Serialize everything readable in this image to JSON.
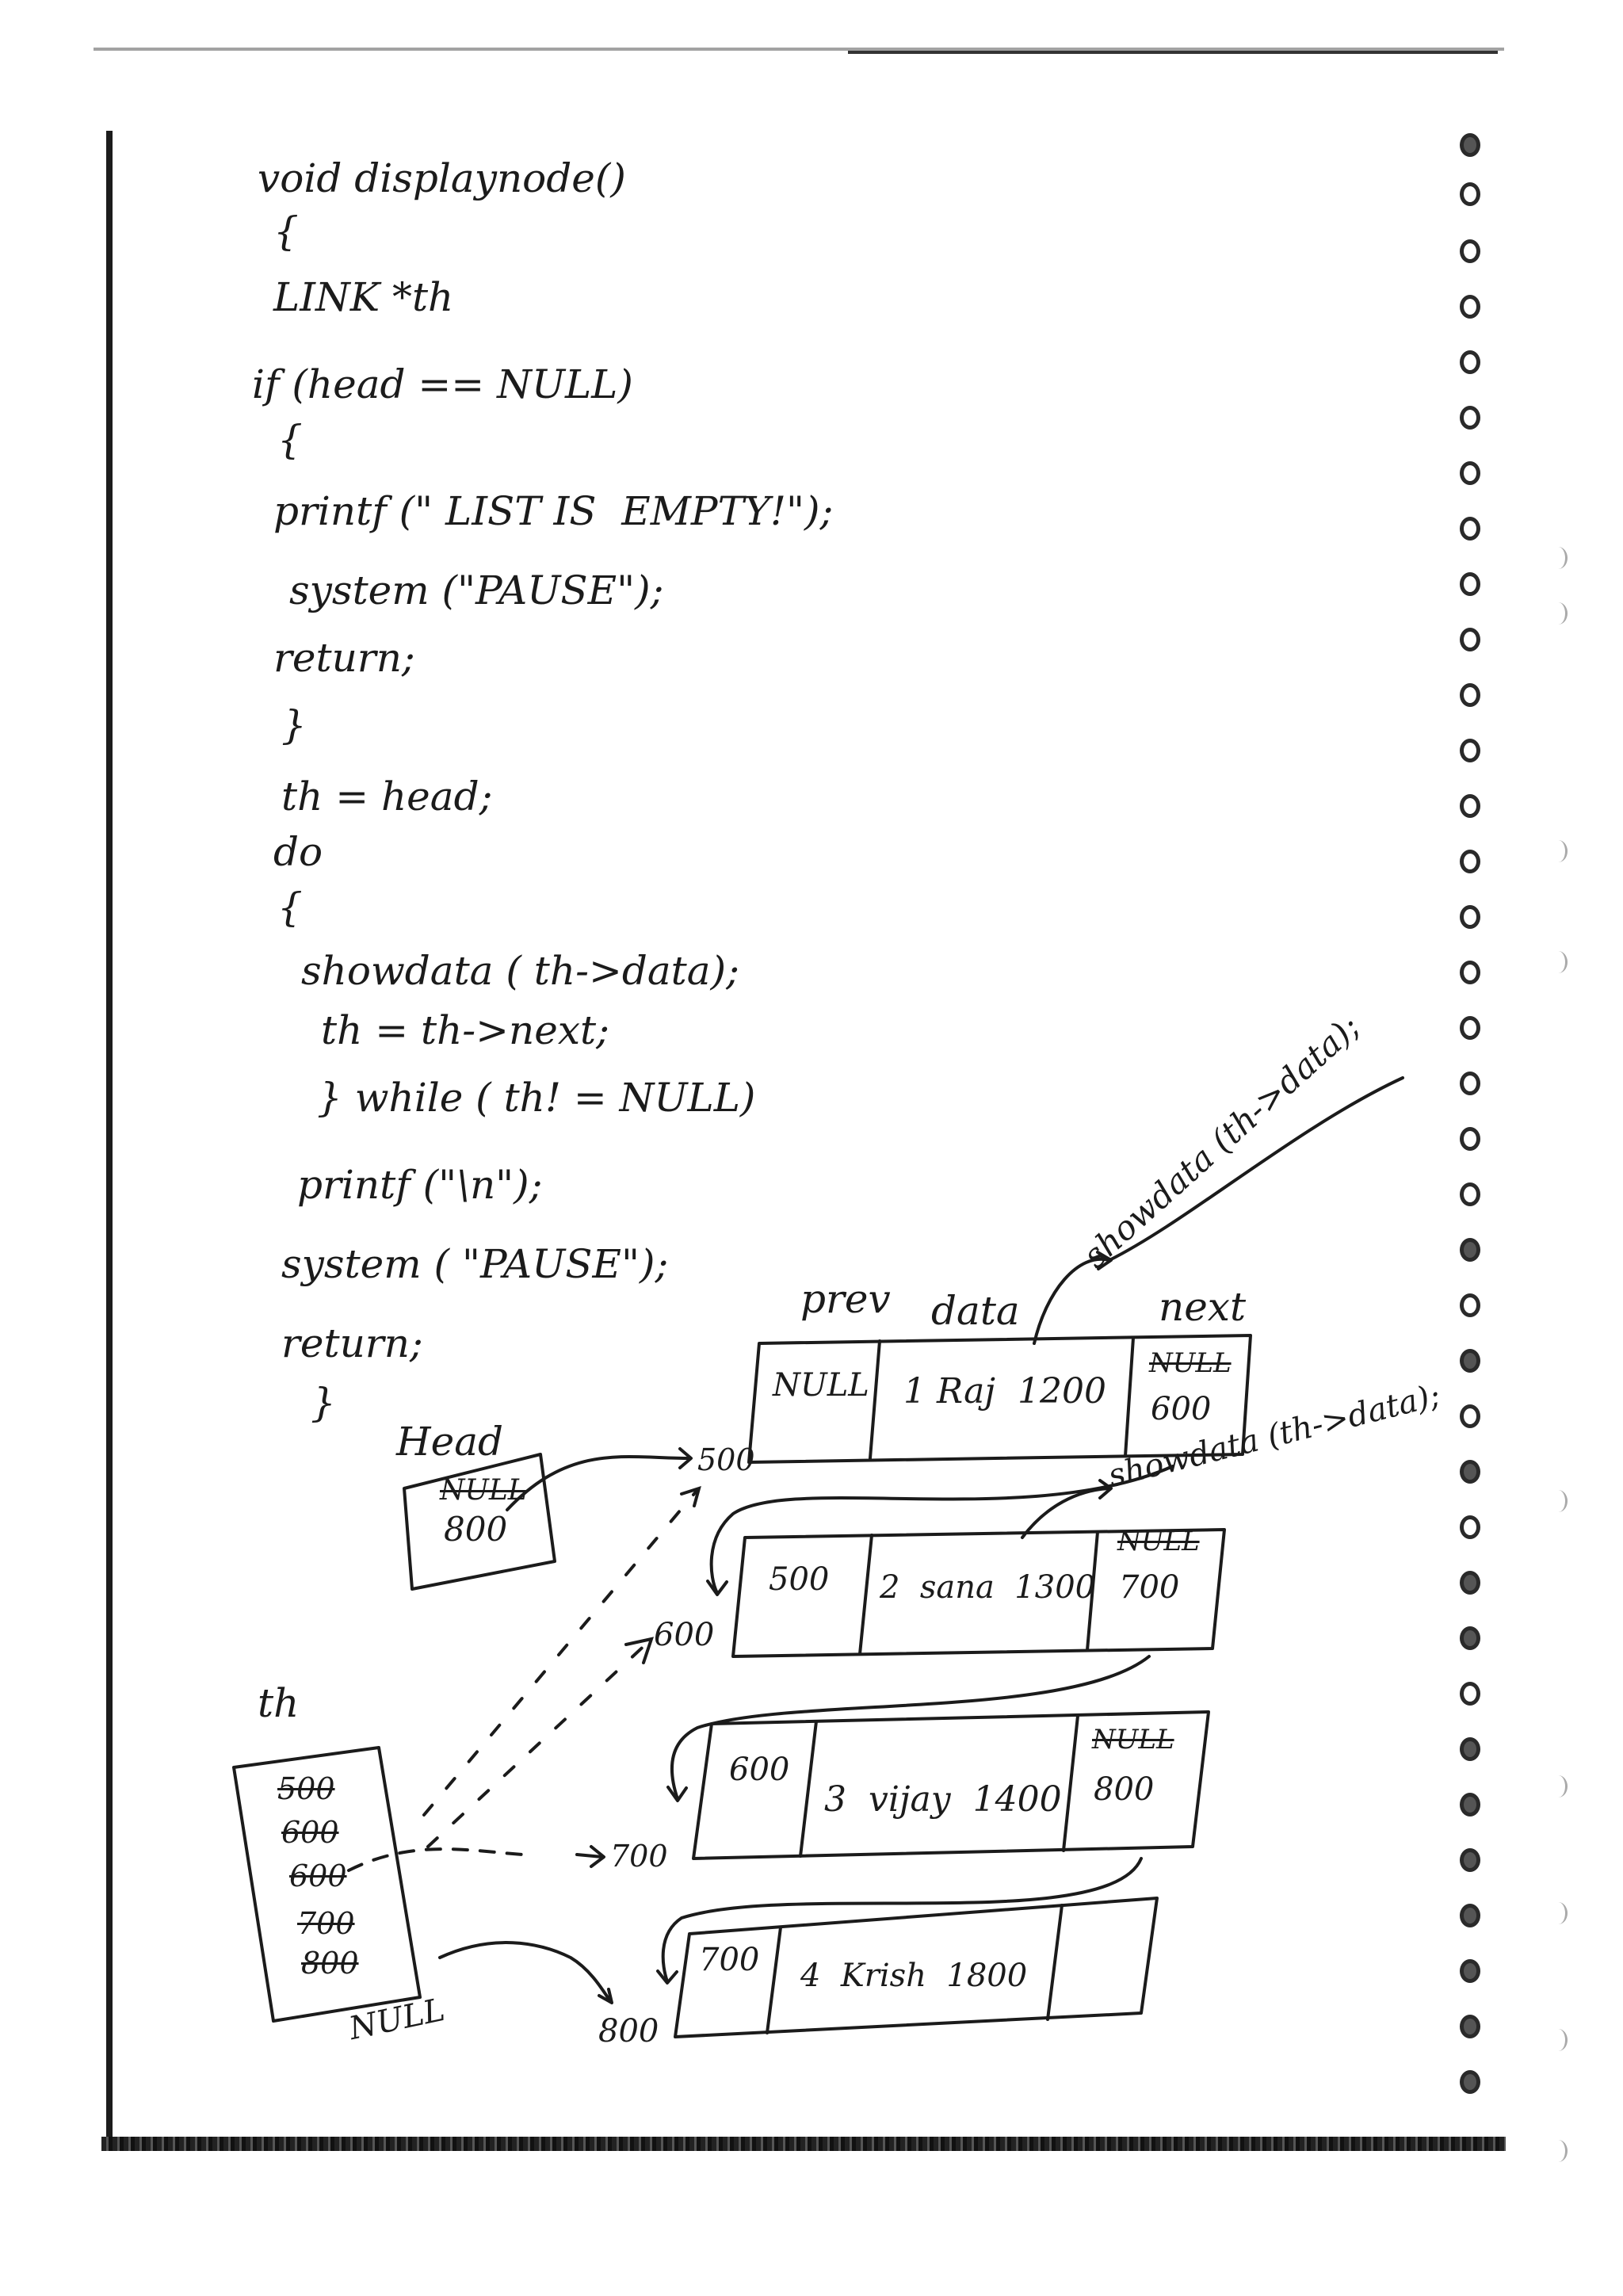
{
  "code": {
    "lines": [
      "void displaynode()",
      "{",
      "LINK *th",
      "if (head == NULL)",
      "{",
      "printf (\" LIST IS  EMPTY!\");",
      "system (\"PAUSE\");",
      "return;",
      "}",
      "th = head;",
      "do",
      "{",
      "showdata ( th->data);",
      "th = th->next;",
      "} while ( th! = NULL)",
      "printf (\"\\n\");",
      "system ( \"PAUSE\");",
      "return;",
      "}"
    ]
  },
  "diagram": {
    "field_labels": {
      "prev": "prev",
      "data": "data",
      "next": "next"
    },
    "annotations": {
      "showdata_1": "showdata (th->data);",
      "showdata_2": "showdata (th->data);"
    },
    "head": {
      "label": "Head",
      "old": "NULL",
      "value": "800"
    },
    "th": {
      "label": "th",
      "values": [
        "500",
        "600",
        "600",
        "700",
        "800"
      ],
      "final": "NULL"
    },
    "addresses": [
      "500",
      "600",
      "700",
      "800"
    ],
    "nodes": [
      {
        "prev": "NULL",
        "data": "1 Raj  1200",
        "next_old": "NULL",
        "next": "600"
      },
      {
        "prev": "500",
        "data": "2  sana  1300",
        "next_old": "NULL",
        "next": "700"
      },
      {
        "prev": "600",
        "data": "3  vijay  1400",
        "next_old": "NULL",
        "next": "800"
      },
      {
        "prev": "700",
        "data": "4  Krish  1800",
        "next_old": "",
        "next": ""
      }
    ]
  }
}
